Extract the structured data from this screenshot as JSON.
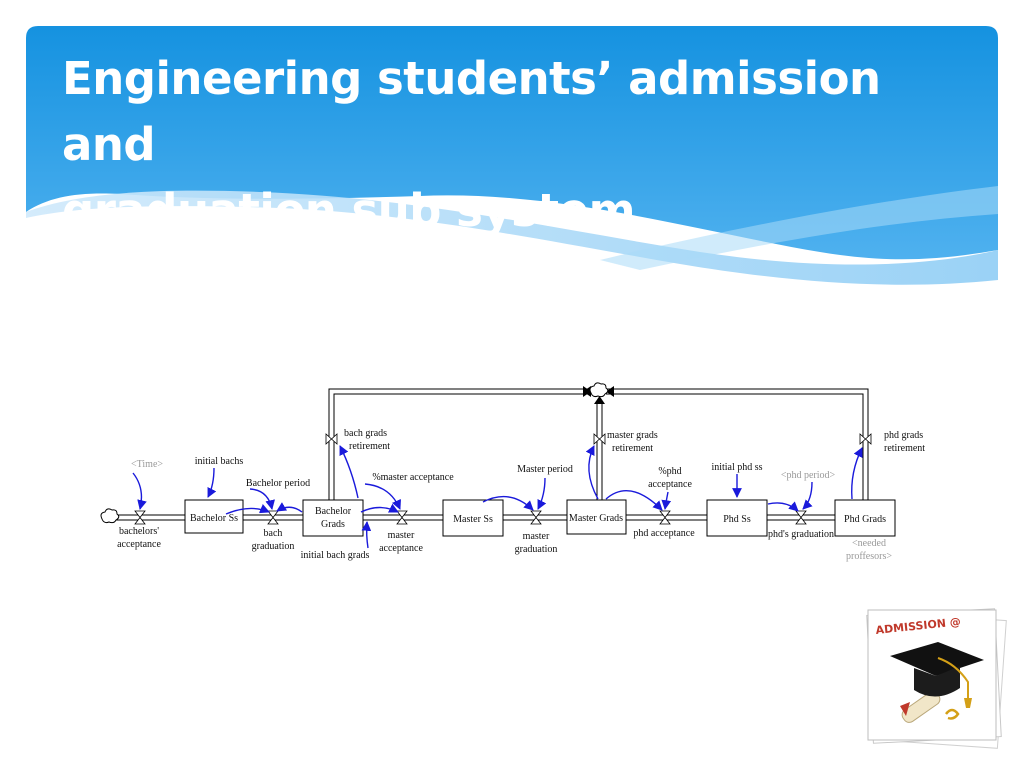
{
  "slide": {
    "title_line1": "Engineering students’ admission and",
    "title_line2": "graduation sub system"
  },
  "diagram": {
    "stocks": {
      "bachelor_ss": "Bachelor Ss",
      "bachelor_grads_line1": "Bachelor",
      "bachelor_grads_line2": "Grads",
      "master_ss": "Master Ss",
      "master_grads": "Master Grads",
      "phd_ss": "Phd Ss",
      "phd_grads": "Phd Grads"
    },
    "flows": {
      "bachelors_acceptance_line1": "bachelors'",
      "bachelors_acceptance_line2": "acceptance",
      "bach_graduation_line1": "bach",
      "bach_graduation_line2": "graduation",
      "master_acceptance_line1": "master",
      "master_acceptance_line2": "acceptance",
      "master_graduation_line1": "master",
      "master_graduation_line2": "graduation",
      "phd_acceptance": "phd acceptance",
      "phds_graduation": "phd's graduation",
      "bach_grads_retirement_line1": "bach grads",
      "bach_grads_retirement_line2": "retirement",
      "master_grads_retirement_line1": "master grads",
      "master_grads_retirement_line2": "retirement",
      "phd_grads_retirement_line1": "phd grads",
      "phd_grads_retirement_line2": "retirement"
    },
    "variables": {
      "time": "<Time>",
      "initial_bachs": "initial bachs",
      "bachelor_period": "Bachelor period",
      "pct_master_acceptance": "%master acceptance",
      "initial_bach_grads": "initial bach grads",
      "master_period": "Master period",
      "pct_phd_line1": "%phd",
      "pct_phd_line2": "acceptance",
      "initial_phd_ss": "initial phd ss",
      "phd_period": "<phd period>",
      "needed_profs_line1": "<needed",
      "needed_profs_line2": "proffesors>"
    }
  },
  "badge": {
    "text": "ADMISSION @"
  },
  "colors": {
    "header_blue_top": "#1592e0",
    "header_blue_bottom": "#5cb8f2",
    "link_arrow": "#1a1adb",
    "shadow_var": "#999999",
    "flow_pipe": "#000000"
  },
  "icons": [
    "cloud-source-icon",
    "cloud-sink-icon",
    "valve-icon",
    "graduation-cap-icon"
  ]
}
